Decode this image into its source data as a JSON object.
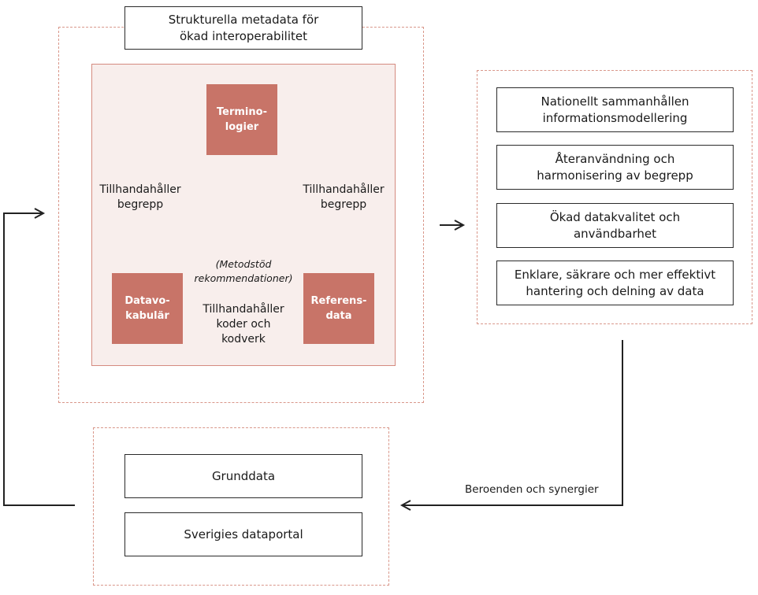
{
  "metadata_section": {
    "title": "Strukturella metadata för\nökad interoperabilitet",
    "nodes": {
      "terminologier": "Termino-\nlogier",
      "datavokabular": "Datavo-\nkabulär",
      "referensdata": "Referens-\ndata"
    },
    "edge_left": "Tillhandahåller\nbegrepp",
    "edge_right": "Tillhandahåller\nbegrepp",
    "edge_bottom_note": "(Metodstöd\nrekommendationer)",
    "edge_bottom": "Tillhandahåller\nkoder och\nkodverk"
  },
  "benefits": [
    "Nationellt sammanhållen\ninformationsmodellering",
    "Återanvändning och\nharmonisering av begrepp",
    "Ökad datakvalitet och\nanvändbarhet",
    "Enklare, säkrare och mer effektivt\nhantering och delning av data"
  ],
  "dependency_label": "Beroenden och synergier",
  "infrastructure": [
    "Grunddata",
    "Sverigies dataportal"
  ],
  "colors": {
    "node_fill": "#c87468",
    "panel_fill": "#f8eeec",
    "dashed_border": "#d9978a"
  }
}
